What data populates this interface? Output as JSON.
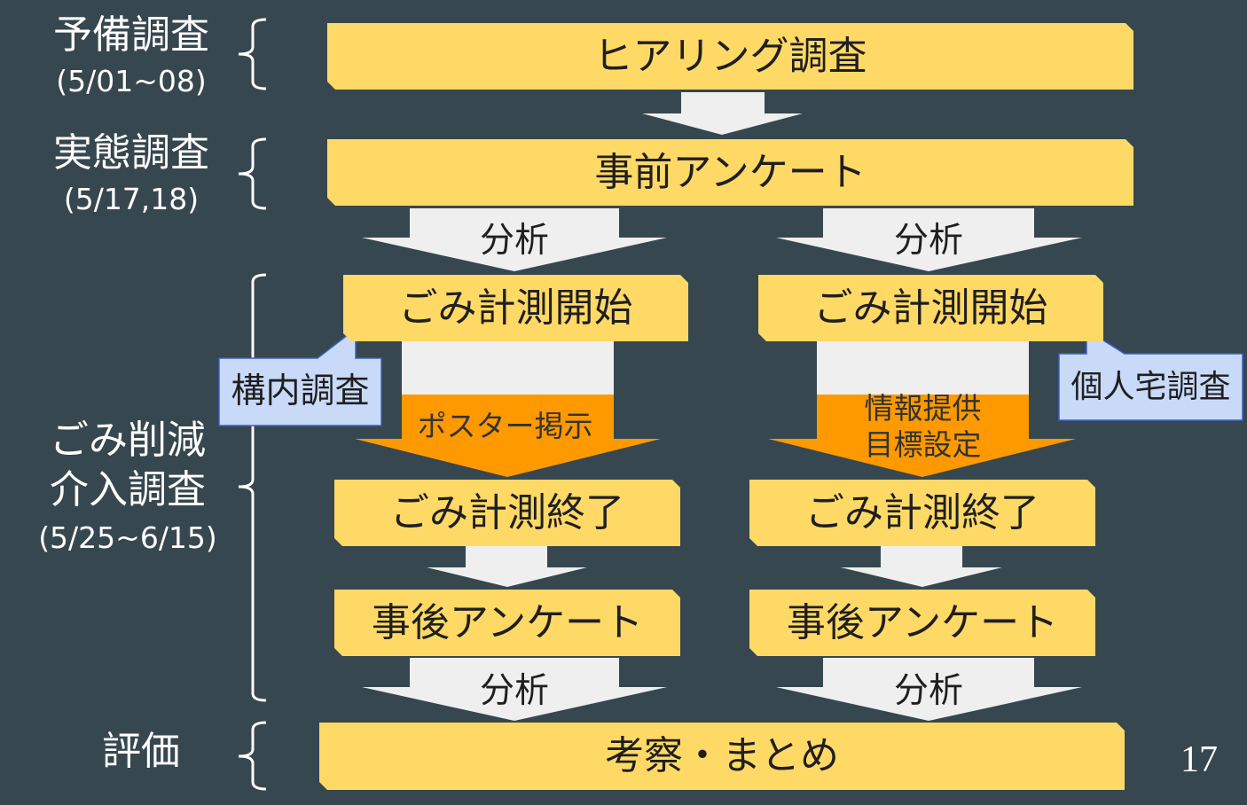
{
  "slide": {
    "page_number": "17"
  },
  "phases": {
    "preliminary": {
      "title": "予備調査",
      "dates": "(5/01~08)"
    },
    "actual": {
      "title": "実態調査",
      "dates": "(5/17,18)"
    },
    "intervention": {
      "title_line1": "ごみ削減",
      "title_line2": "介入調査",
      "dates": "(5/25~6/15)"
    },
    "evaluation": {
      "title": "評価"
    }
  },
  "flow": {
    "hearing": "ヒアリング調査",
    "pre_survey": "事前アンケート",
    "summary": "考察・まとめ"
  },
  "branches": [
    {
      "callout": "構内調査",
      "analysis_in": "分析",
      "measure_start": "ごみ計測開始",
      "intervention": [
        "ポスター掲示"
      ],
      "measure_end": "ごみ計測終了",
      "post_survey": "事後アンケート",
      "analysis_out": "分析"
    },
    {
      "callout": "個人宅調査",
      "analysis_in": "分析",
      "measure_start": "ごみ計測開始",
      "intervention": [
        "情報提供",
        "目標設定"
      ],
      "measure_end": "ごみ計測終了",
      "post_survey": "事後アンケート",
      "analysis_out": "分析"
    }
  ],
  "colors": {
    "background": "#37474F",
    "box": "#FFD966",
    "arrow": "#EFEFEF",
    "intervention": "#FF9900",
    "callout_fill": "#C9DAF8",
    "callout_border": "#3D5FC4",
    "text_dark": "#1F1F1F",
    "text_light": "#FFFFFF"
  }
}
